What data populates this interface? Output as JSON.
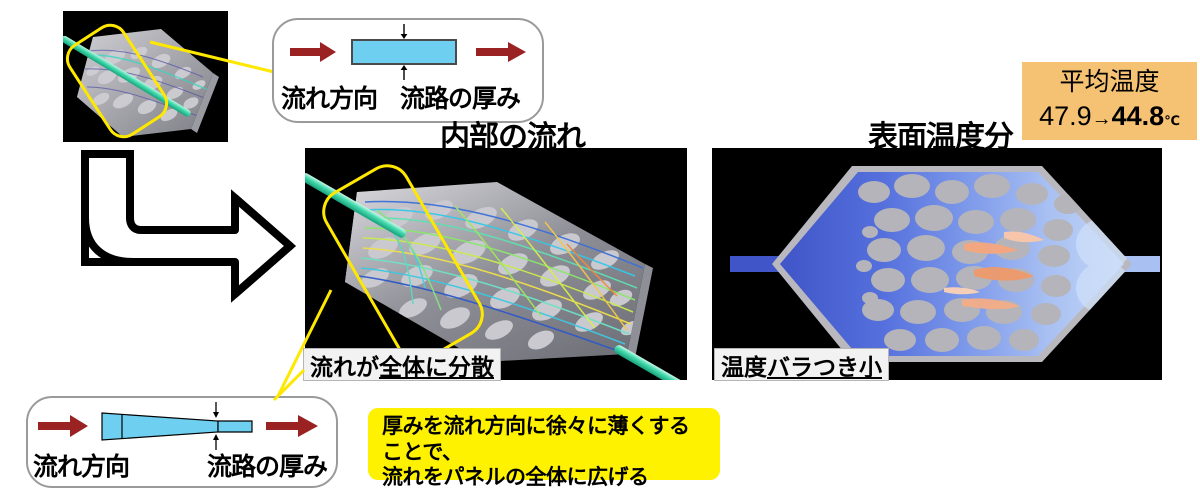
{
  "headings": {
    "center": "内部の流れ",
    "right": "表面温度分"
  },
  "callout_top": {
    "flow_label": "流れ方向",
    "thickness_label": "流路の厚み"
  },
  "callout_bottom": {
    "flow_label": "流れ方向",
    "thickness_label": "流路の厚み"
  },
  "strips": {
    "center_normal": "流れが",
    "center_emphasis": "全体に分散",
    "right_normal": "温度",
    "right_emphasis": "バラつき小"
  },
  "yellow_note": {
    "line1": "厚みを流れ方向に徐々に薄くすることで、",
    "line2": "流れをパネルの全体に広げる"
  },
  "avg_temp": {
    "title": "平均温度",
    "before": "47.9",
    "arrow": "→",
    "after": "44.8",
    "unit": "℃"
  },
  "colors": {
    "arrow_red": "#9B2222",
    "channel_cyan": "#6ECFF0",
    "highlight_yellow": "#FFF200",
    "connector_yellow": "#FFE800",
    "orange_bg": "#F5C172",
    "panel_bg": "#000000"
  },
  "images": {
    "top_left": "3d-panel-overview-render",
    "center": "internal-flow-streamline-render",
    "right": "surface-temperature-distribution-render"
  }
}
